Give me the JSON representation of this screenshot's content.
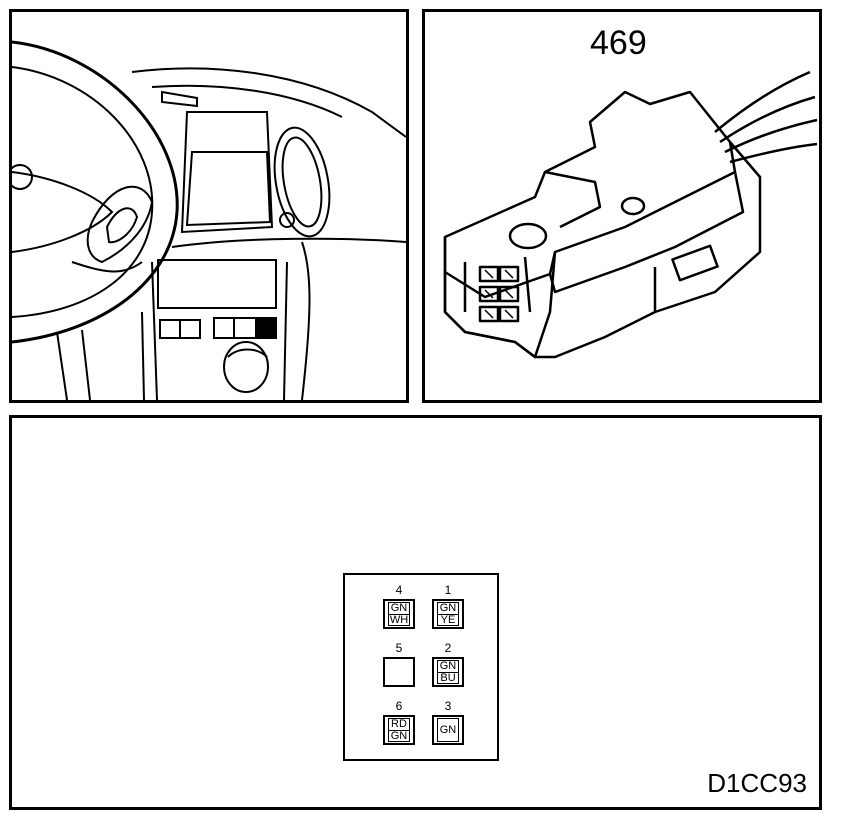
{
  "connector": {
    "number": "469"
  },
  "figure_code": "D1CC93",
  "pins": [
    {
      "number": "4",
      "color_line1": "GN",
      "color_line2": "WH"
    },
    {
      "number": "1",
      "color_line1": "GN",
      "color_line2": "YE"
    },
    {
      "number": "5",
      "color_line1": "",
      "color_line2": ""
    },
    {
      "number": "2",
      "color_line1": "GN",
      "color_line2": "BU"
    },
    {
      "number": "6",
      "color_line1": "RD",
      "color_line2": "GN"
    },
    {
      "number": "3",
      "color_line1": "GN",
      "color_line2": ""
    }
  ]
}
